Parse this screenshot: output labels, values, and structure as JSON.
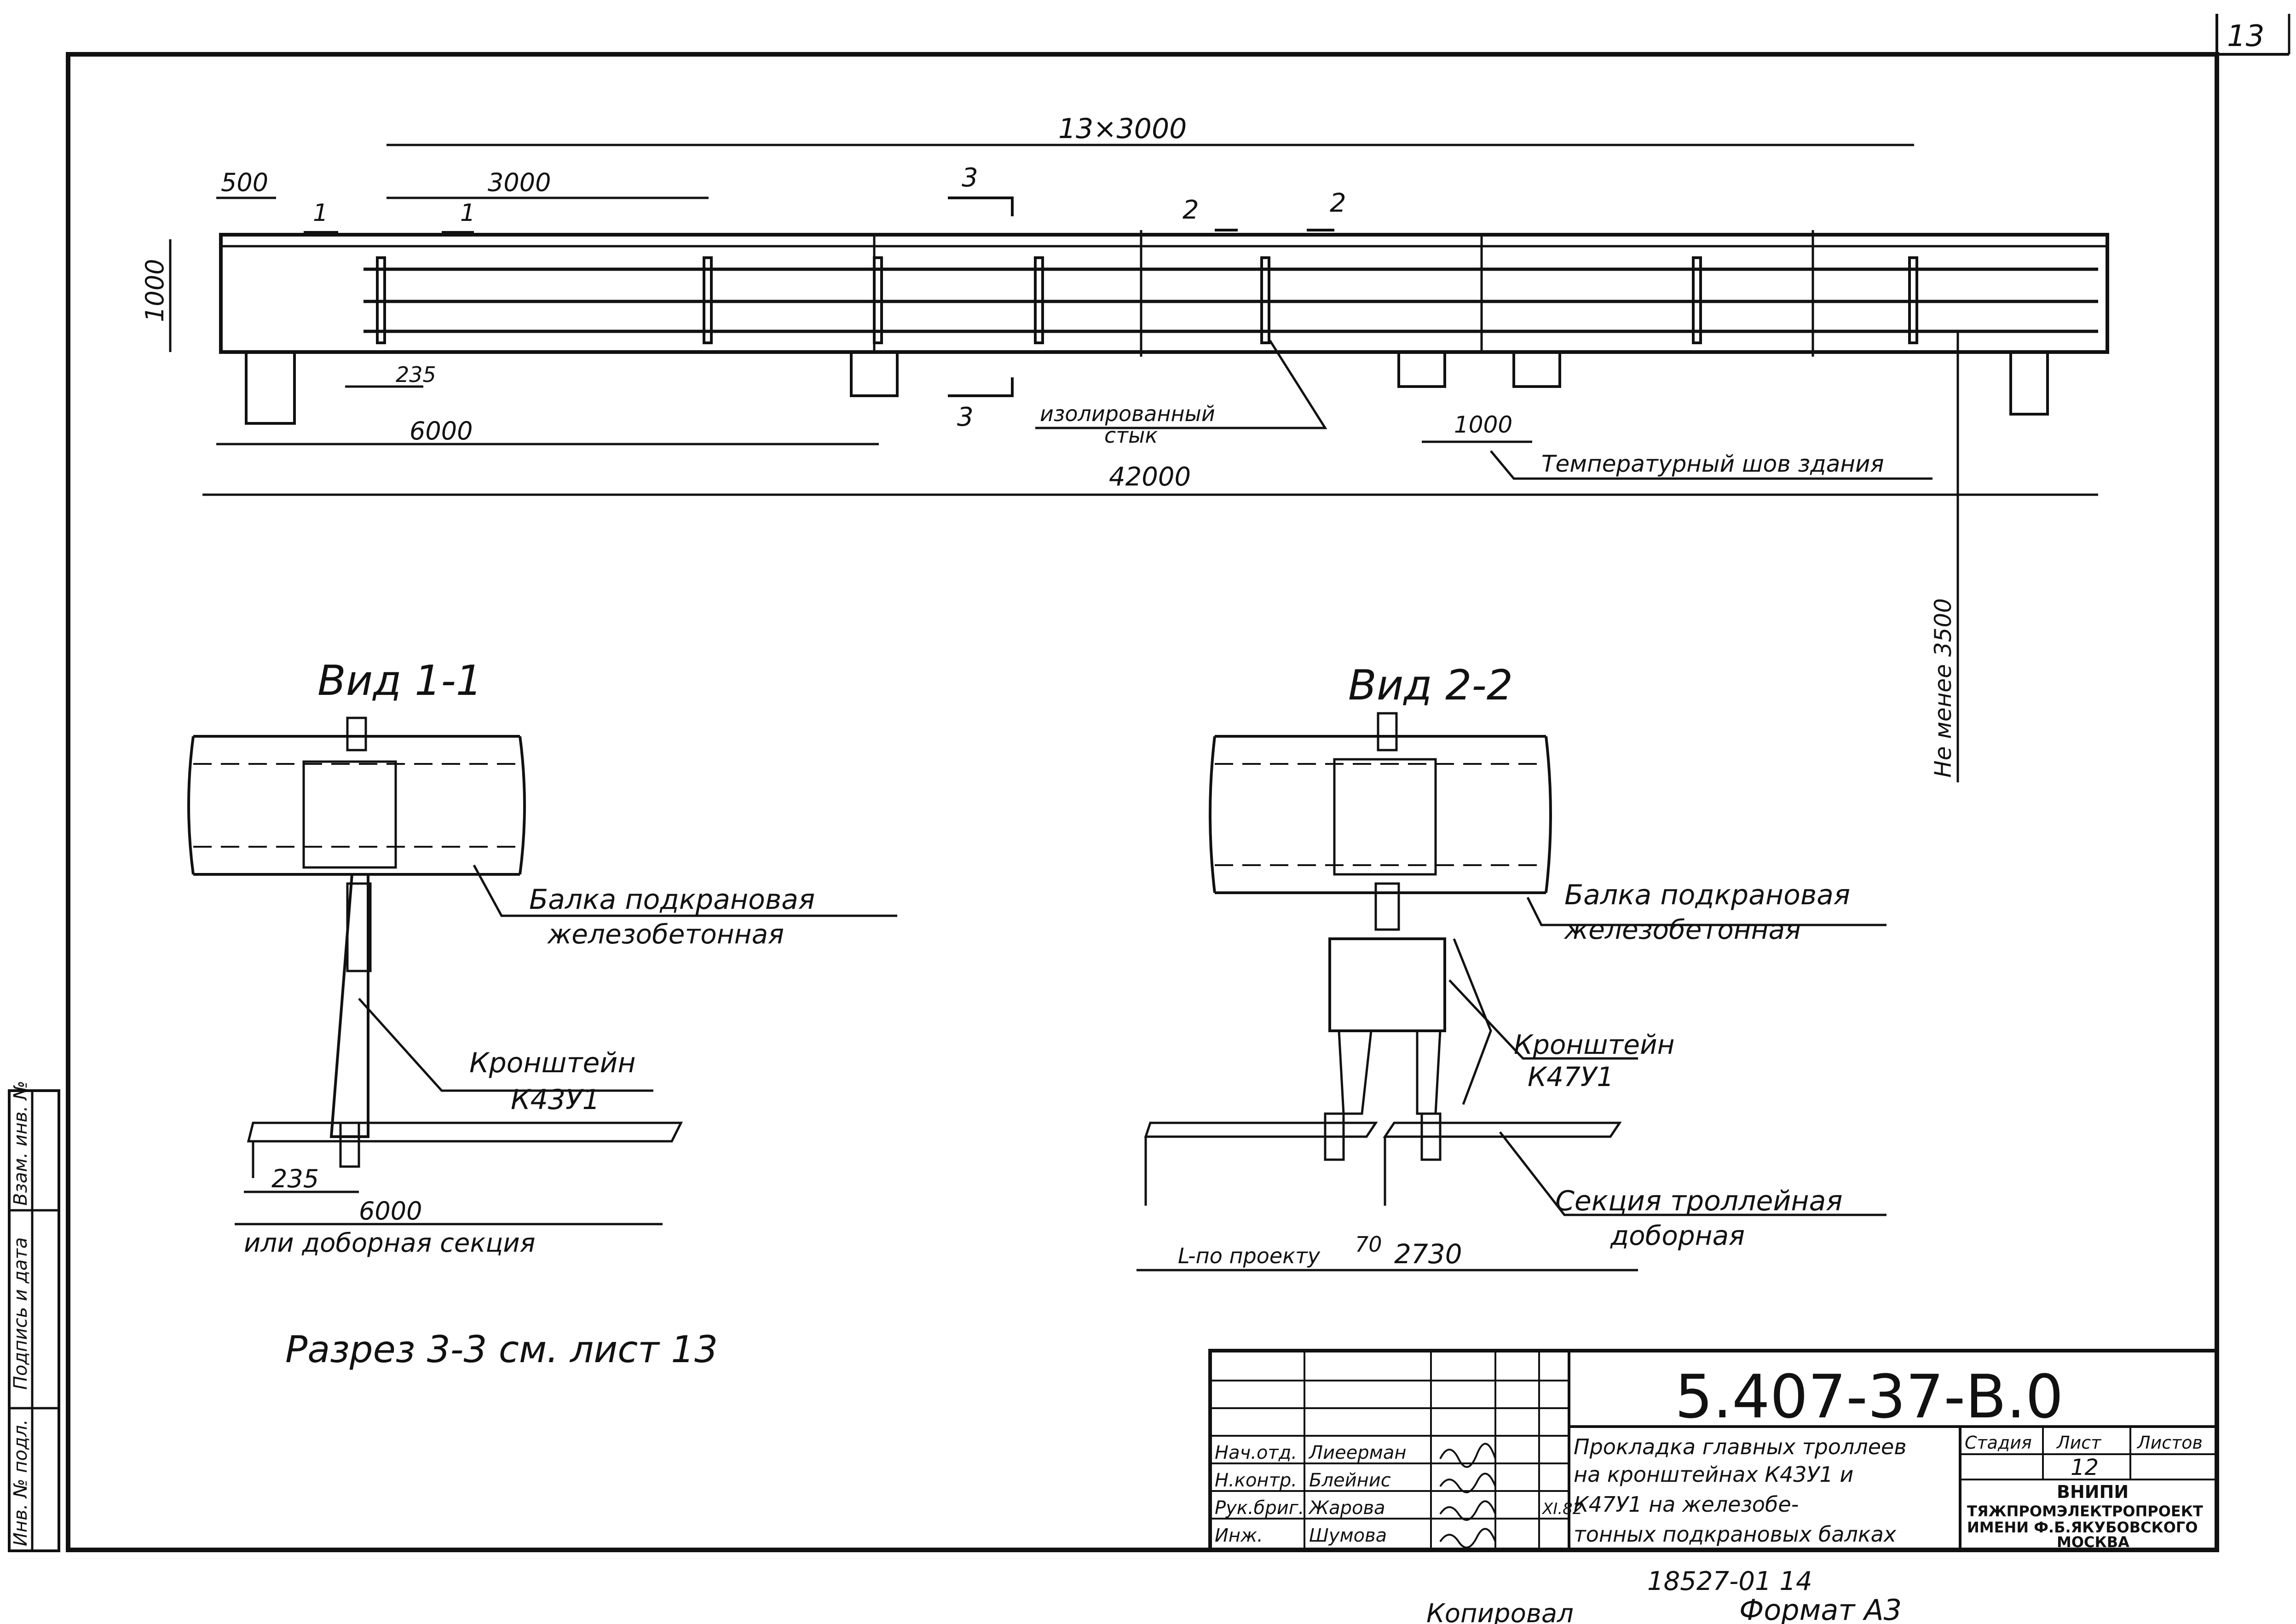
{
  "sheet_number_corner": "13",
  "elevation": {
    "dim_overall_span": "13×3000",
    "dim_500": "500",
    "dim_3000": "3000",
    "dim_1000_height": "1000",
    "dim_235": "235",
    "dim_6000": "6000",
    "dim_1000_gap": "1000",
    "dim_42000": "42000",
    "section_1": "1",
    "section_2": "2",
    "section_3": "3",
    "label_insulated_joint_line1": "изолированный",
    "label_insulated_joint_line2": "стык",
    "label_temperature_joint": "Температурный шов здания",
    "label_min_height": "Не менее 3500"
  },
  "view_1": {
    "title": "Вид 1-1",
    "beam_label_line1": "Балка подкрановая",
    "beam_label_line2": "железобетонная",
    "bracket_label_line1": "Кронштейн",
    "bracket_label_line2": "К43У1",
    "dim_235": "235",
    "dim_6000": "6000",
    "note": "или доборная секция"
  },
  "view_2": {
    "title": "Вид 2-2",
    "beam_label_line1": "Балка подкрановая",
    "beam_label_line2": "железобетонная",
    "bracket_label_line1": "Кронштейн",
    "bracket_label_line2": "К47У1",
    "section_label_line1": "Секция троллейная",
    "section_label_line2": "доборная",
    "dim_L": "L-по проекту",
    "dim_70": "70",
    "dim_2730": "2730"
  },
  "section_note": "Разрез 3-3 см. лист 13",
  "side_stamp": {
    "col1": "Инв. № подл.",
    "col2": "Подпись и дата",
    "col3": "Взам. инв. №"
  },
  "title_block": {
    "doc_code": "5.407-37-В.0",
    "rows": [
      {
        "role": "Нач.отд.",
        "name": "Лиеерман"
      },
      {
        "role": "Н.контр.",
        "name": "Блейнис"
      },
      {
        "role": "Рук.бриг.",
        "name": "Жарова"
      },
      {
        "role": "Инж.",
        "name": "Шумова"
      }
    ],
    "date": "XI.82",
    "title_lines": [
      "Прокладка главных троллеев",
      "на кронштейнах К43У1 и",
      "К47У1   на железобе-",
      "тонных подкрановых балках"
    ],
    "col_stage": "Стадия",
    "col_sheet": "Лист",
    "col_sheets": "Листов",
    "sheet_value": "12",
    "org_lines": [
      "ВНИПИ",
      "ТЯЖПРОМЭЛЕКТРОПРОЕКТ",
      "ИМЕНИ Ф.Б.ЯКУБОВСКОГО",
      "МОСКВА"
    ]
  },
  "footer": {
    "order_number": "18527-01  14",
    "copied": "Копировал",
    "format": "Формат А3"
  }
}
